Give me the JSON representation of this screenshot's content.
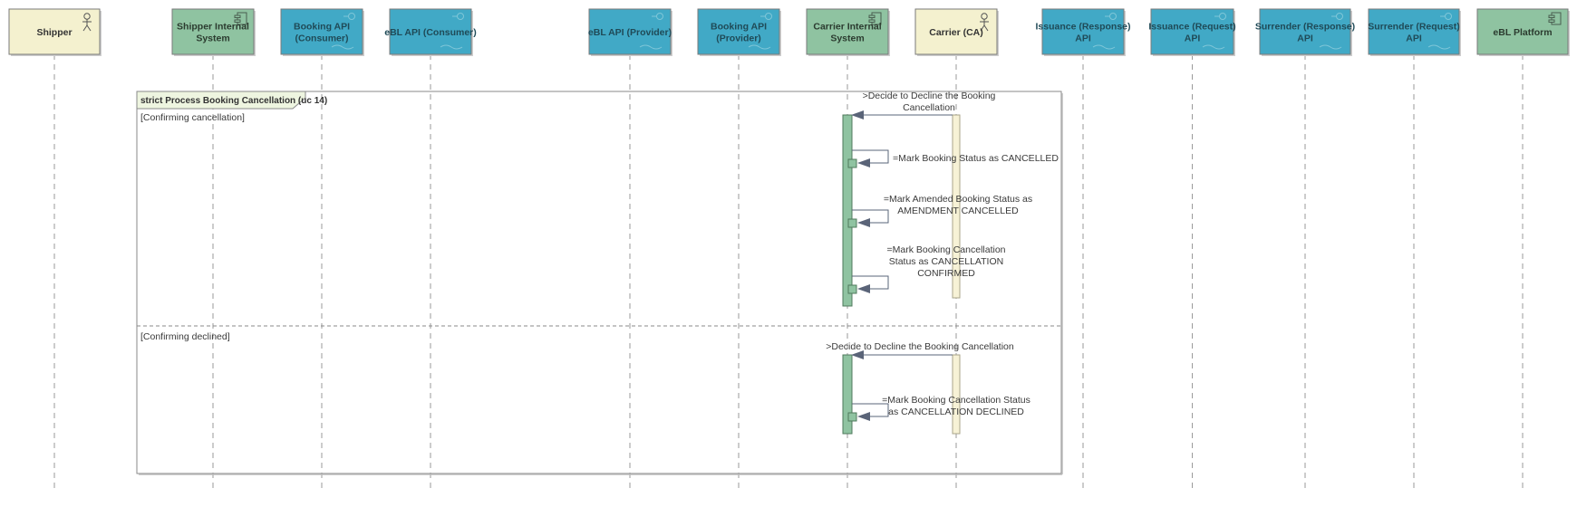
{
  "lifelines": [
    {
      "id": "shipper",
      "lines": [
        "Shipper"
      ],
      "kind": "actor",
      "fill": "#f4f1cf",
      "text_color": "#333333"
    },
    {
      "id": "shipper_internal",
      "lines": [
        "Shipper Internal",
        "System"
      ],
      "kind": "component",
      "fill": "#8fc3a1",
      "text_color": "#2b3b2f"
    },
    {
      "id": "booking_api_consumer",
      "lines": [
        "Booking API",
        "(Consumer)"
      ],
      "kind": "interface",
      "fill": "#41a9c6",
      "text_color": "#1f4a57"
    },
    {
      "id": "ebl_api_consumer",
      "lines": [
        "eBL API (Consumer)"
      ],
      "kind": "interface",
      "fill": "#41a9c6",
      "text_color": "#1f4a57"
    },
    {
      "id": "ebl_api_provider",
      "lines": [
        "eBL API (Provider)"
      ],
      "kind": "interface",
      "fill": "#41a9c6",
      "text_color": "#1f4a57"
    },
    {
      "id": "booking_api_provider",
      "lines": [
        "Booking API",
        "(Provider)"
      ],
      "kind": "interface",
      "fill": "#41a9c6",
      "text_color": "#1f4a57"
    },
    {
      "id": "carrier_internal",
      "lines": [
        "Carrier Internal",
        "System"
      ],
      "kind": "component",
      "fill": "#8fc3a1",
      "text_color": "#2b3b2f"
    },
    {
      "id": "carrier_ca",
      "lines": [
        "Carrier (CA)"
      ],
      "kind": "actor",
      "fill": "#f4f1cf",
      "text_color": "#333333"
    },
    {
      "id": "issuance_response_api",
      "lines": [
        "Issuance (Response)",
        "API"
      ],
      "kind": "interface",
      "fill": "#41a9c6",
      "text_color": "#1f4a57"
    },
    {
      "id": "issuance_request_api",
      "lines": [
        "Issuance (Request)",
        "API"
      ],
      "kind": "interface",
      "fill": "#41a9c6",
      "text_color": "#1f4a57"
    },
    {
      "id": "surrender_response_api",
      "lines": [
        "Surrender (Response)",
        "API"
      ],
      "kind": "interface",
      "fill": "#41a9c6",
      "text_color": "#1f4a57"
    },
    {
      "id": "surrender_request_api",
      "lines": [
        "Surrender (Request)",
        "API"
      ],
      "kind": "interface",
      "fill": "#41a9c6",
      "text_color": "#1f4a57"
    },
    {
      "id": "ebl_platform",
      "lines": [
        "eBL Platform"
      ],
      "kind": "component",
      "fill": "#8fc3a1",
      "text_color": "#2b3b2f"
    }
  ],
  "fragment": {
    "operator": "strict Process Booking Cancellation (uc 14)",
    "guards": [
      "[Confirming cancellation]",
      "[Confirming declined]"
    ]
  },
  "messages": [
    {
      "from": "carrier_ca",
      "to": "carrier_internal",
      "kind": "call",
      "lines": [
        ">Decide to Decline the Booking",
        "Cancellation"
      ]
    },
    {
      "from": "carrier_internal",
      "to": "carrier_internal",
      "kind": "self",
      "lines": [
        "=Mark Booking Status as CANCELLED"
      ]
    },
    {
      "from": "carrier_internal",
      "to": "carrier_internal",
      "kind": "self",
      "lines": [
        "=Mark Amended Booking Status as",
        "AMENDMENT CANCELLED"
      ]
    },
    {
      "from": "carrier_internal",
      "to": "carrier_internal",
      "kind": "self",
      "lines": [
        "=Mark Booking Cancellation",
        "Status as CANCELLATION",
        "CONFIRMED"
      ]
    },
    {
      "from": "carrier_ca",
      "to": "carrier_internal",
      "kind": "call",
      "lines": [
        ">Decide to Decline the Booking Cancellation"
      ]
    },
    {
      "from": "carrier_internal",
      "to": "carrier_internal",
      "kind": "self",
      "lines": [
        "=Mark Booking Cancellation Status",
        "as CANCELLATION DECLINED"
      ]
    }
  ],
  "colors": {
    "lifeline_dash": "#9a9a9a",
    "frame_border": "#8a8a8a",
    "frame_tab": "#eef5e0",
    "activation_green": "#8fc3a1",
    "activation_yellow": "#f7f2d6",
    "arrow": "#5a6478"
  }
}
